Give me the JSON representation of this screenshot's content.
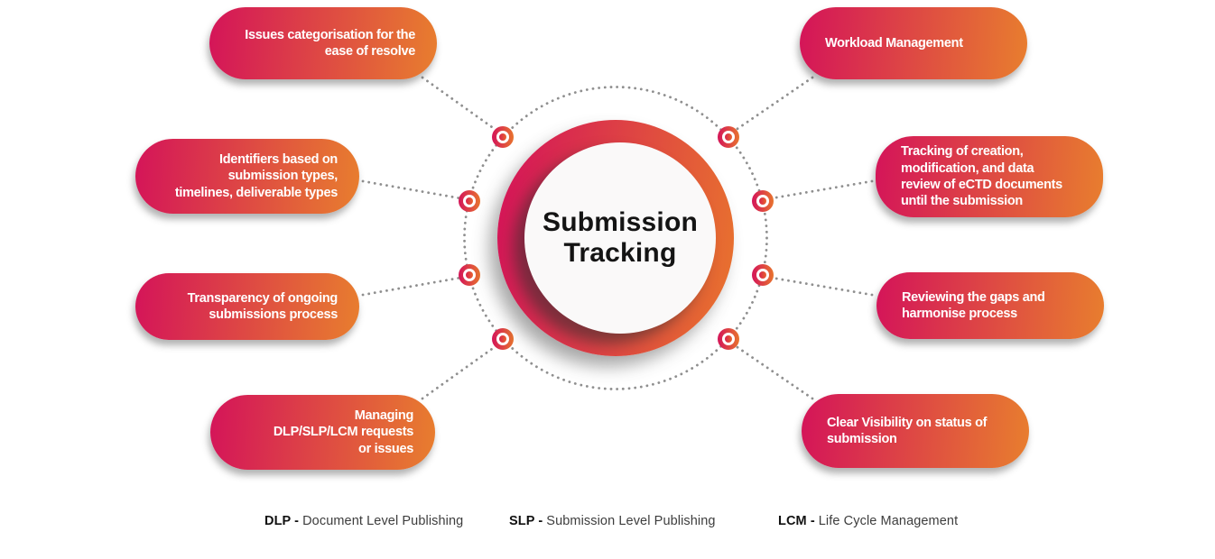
{
  "diagram": {
    "center": {
      "title_lines": [
        "Submission",
        "Tracking"
      ]
    },
    "pills": [
      {
        "id": "issues-categorisation",
        "lines": [
          "Issues categorisation for the",
          "ease of resolve"
        ]
      },
      {
        "id": "identifiers",
        "lines": [
          "Identifiers based on",
          "submission types,",
          "timelines, deliverable types"
        ]
      },
      {
        "id": "transparency",
        "lines": [
          "Transparency of ongoing",
          "submissions process"
        ]
      },
      {
        "id": "managing-requests",
        "lines": [
          "Managing",
          "DLP/SLP/LCM requests",
          "or issues"
        ]
      },
      {
        "id": "workload-management",
        "lines": [
          "Workload Management"
        ]
      },
      {
        "id": "tracking-ectd",
        "lines": [
          "Tracking of creation,",
          "modification, and data",
          "review of eCTD documents",
          "until the submission"
        ]
      },
      {
        "id": "reviewing-gaps",
        "lines": [
          "Reviewing the gaps and",
          "harmonise process"
        ]
      },
      {
        "id": "clear-visibility",
        "lines": [
          "Clear Visibility on status of",
          "submission"
        ]
      }
    ],
    "legend": [
      {
        "acronym": "DLP -",
        "meaning": "Document Level Publishing"
      },
      {
        "acronym": "SLP -",
        "meaning": "Submission Level Publishing"
      },
      {
        "acronym": "LCM -",
        "meaning": "Life Cycle Management"
      }
    ],
    "colors": {
      "pink": "#d41459",
      "orange": "#e87e2e",
      "connector_gray": "#8f8f8f",
      "title_color": "#141414",
      "pill_text": "#ffffff"
    }
  }
}
